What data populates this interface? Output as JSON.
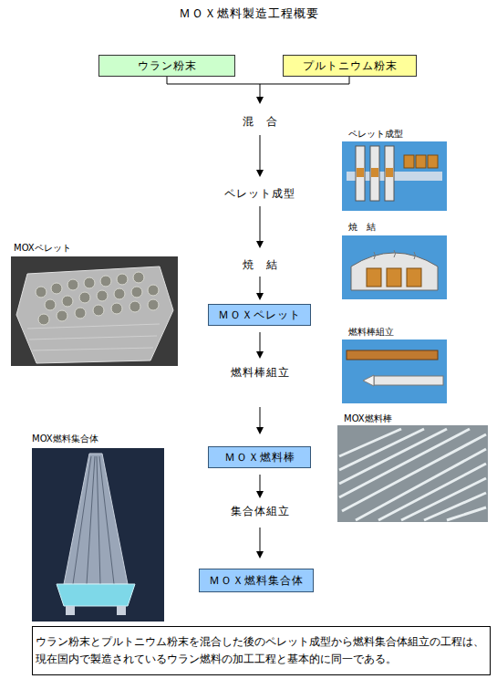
{
  "diagram": {
    "title": "ＭＯＸ燃料製造工程概要",
    "nodes": [
      {
        "text": [
          "ウラン粉末"
        ]
      },
      {
        "text": [
          "プルトニウム粉末"
        ]
      },
      {
        "text": [
          "ＭＯＸペレット"
        ]
      },
      {
        "text": [
          "ＭＯＸ燃料棒"
        ]
      },
      {
        "text": [
          "ＭＯＸ燃料集合体"
        ]
      },
      {
        "text": [
          "ウラン粉末とプルトニウム粉末を混合した後のペレット成型から燃料集合体組立の工程は、 現在国内で製造されているウラン燃料の加工工程と基本的に同一である。"
        ]
      }
    ],
    "labels": [
      "混　合",
      "ペレット成型",
      "焼　結",
      "燃料棒組立",
      "集合体組立",
      "MOXペレット",
      "MOX燃料集合体",
      "ペレット成型",
      "焼　結",
      "燃料棒組立",
      "MOX燃料棒"
    ]
  }
}
